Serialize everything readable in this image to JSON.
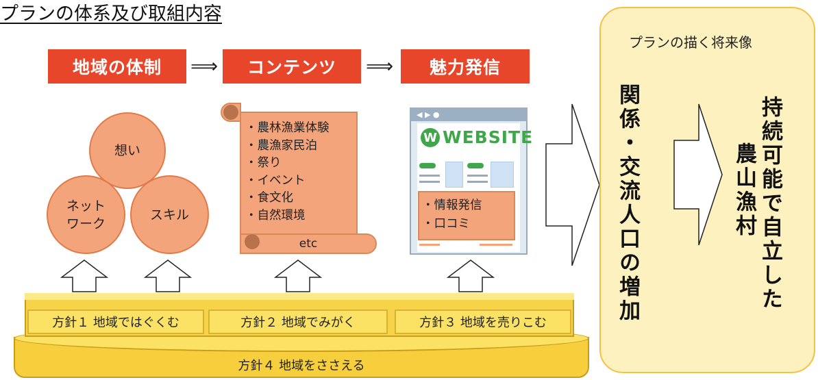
{
  "title": "プランの体系及び取組内容",
  "headers": {
    "first": "地域の体制",
    "second": "コンテンツ",
    "third": "魅力発信",
    "arrow": "⟹"
  },
  "circles": {
    "top": "想い",
    "left_line1": "ネット",
    "left_line2": "ワーク",
    "right": "スキル"
  },
  "contents_list": [
    "・農林漁業体験",
    "・農漁家民泊",
    "・祭り",
    "・イベント",
    "・食文化",
    "・自然環境"
  ],
  "contents_etc": "etc",
  "website": {
    "logo_letter": "W",
    "logo_text": "WEBSITE",
    "items": [
      "・情報発信",
      "・口コミ"
    ]
  },
  "future": {
    "panel_title": "プランの描く将来像",
    "left_text": "関係・交流人口の増加",
    "right_text_col1": "持続可能で自立した",
    "right_text_col2": "農山漁村"
  },
  "policies": {
    "p1": "方針１ 地域ではぐくむ",
    "p2": "方針２ 地域でみがく",
    "p3": "方針３ 地域を売りこむ",
    "p4": "方針４ 地域をささえる"
  },
  "colors": {
    "header_red": "#e8462a",
    "orange_fill": "#f4a47a",
    "yellow_fill": "#fbe264",
    "panel_fill": "#fdf1c0",
    "website_green": "#3fa64a"
  }
}
